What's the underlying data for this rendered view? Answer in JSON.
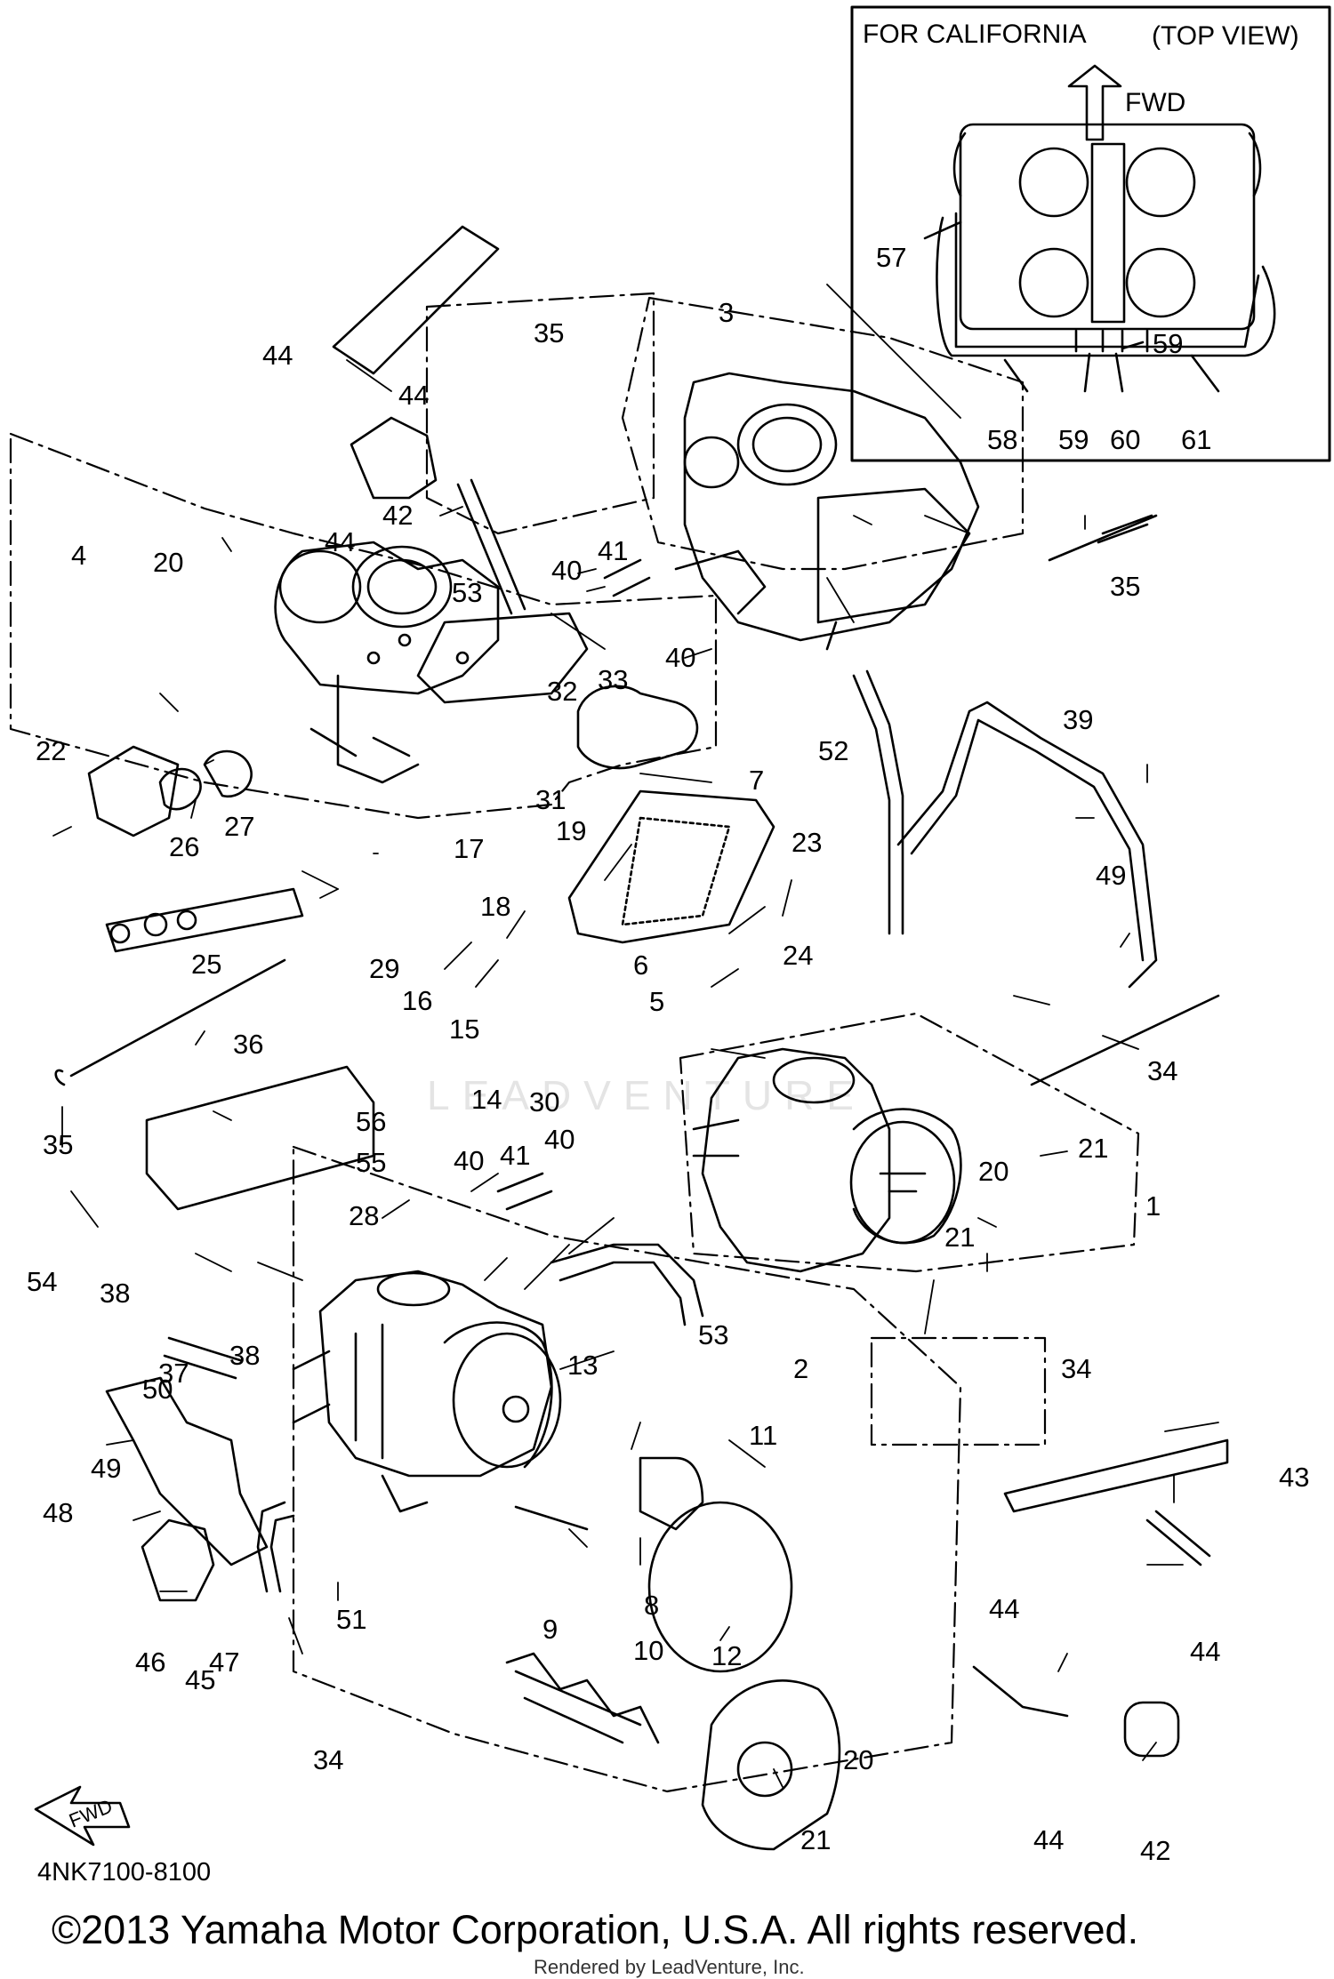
{
  "inset": {
    "title": "FOR CALIFORNIA",
    "view": "(TOP VIEW)",
    "direction": "FWD",
    "labels": [
      "57",
      "58",
      "59",
      "59",
      "60",
      "61"
    ]
  },
  "callouts": [
    "1",
    "2",
    "3",
    "4",
    "5",
    "6",
    "7",
    "8",
    "9",
    "10",
    "11",
    "12",
    "13",
    "14",
    "15",
    "16",
    "17",
    "18",
    "19",
    "20",
    "20",
    "20",
    "21",
    "21",
    "21",
    "22",
    "23",
    "24",
    "25",
    "26",
    "27",
    "28",
    "29",
    "30",
    "31",
    "32",
    "33",
    "34",
    "34",
    "34",
    "35",
    "35",
    "35",
    "36",
    "37",
    "38",
    "38",
    "39",
    "40",
    "40",
    "40",
    "40",
    "41",
    "41",
    "42",
    "42",
    "43",
    "44",
    "44",
    "44",
    "44",
    "44",
    "44",
    "45",
    "46",
    "47",
    "48",
    "49",
    "49",
    "50",
    "51",
    "52",
    "53",
    "53",
    "54",
    "55",
    "56"
  ],
  "fwd_arrow": "FWD",
  "diagram_code": "4NK7100-8100",
  "copyright": "©2013 Yamaha Motor Corporation, U.S.A. All rights reserved.",
  "render_note": "Rendered by LeadVenture, Inc.",
  "watermark": "LEADVENTURE"
}
